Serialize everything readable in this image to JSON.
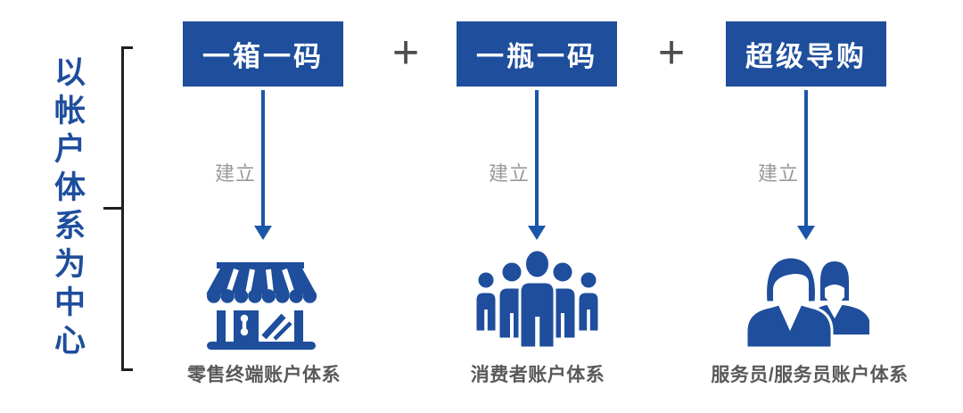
{
  "title": "以帐户体系为中心",
  "plus": "+",
  "columns": [
    {
      "header": "一箱一码",
      "arrow_label": "建立",
      "icon": "storefront-icon",
      "caption": "零售终端账户体系"
    },
    {
      "header": "一瓶一码",
      "arrow_label": "建立",
      "icon": "consumer-crowd-icon",
      "caption": "消费者账户体系"
    },
    {
      "header": "超级导购",
      "arrow_label": "建立",
      "icon": "service-staff-icon",
      "caption": "服务员/服务员账户体系"
    }
  ],
  "colors": {
    "primary_blue": "#1e4e9c",
    "arrow_blue": "#1c56a8",
    "bracket_black": "#1f1f1f",
    "build_label_gray": "#999999",
    "caption_gray": "#595959",
    "plus_gray": "#4d4d4d",
    "header_text": "#ffffff",
    "background": "#ffffff"
  }
}
